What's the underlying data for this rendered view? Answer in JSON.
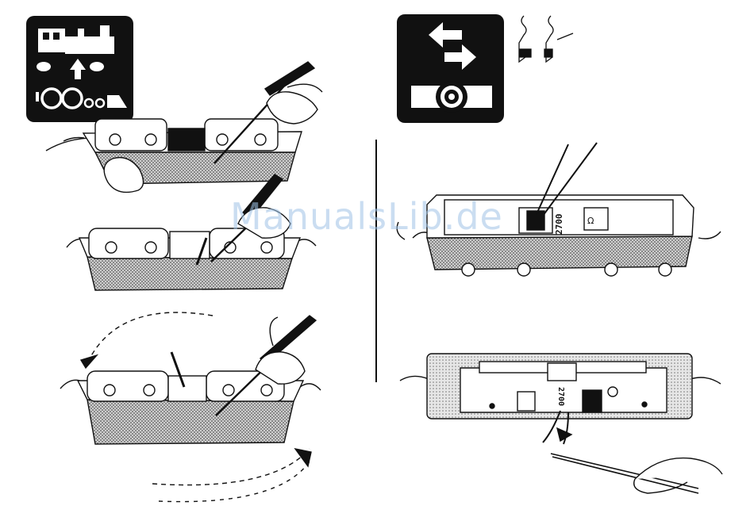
{
  "watermark": "ManualsLib.de",
  "labels": {
    "decoder_right_top": "2700",
    "decoder_right_bottom": "2700",
    "resistor_symbol": "Ω"
  },
  "icons": {
    "left": "locomotive-body-removal-icon",
    "right": "decoder-exchange-icon"
  },
  "colors": {
    "ink": "#111111",
    "paper": "#ffffff",
    "shade": "#8a8a8a"
  }
}
